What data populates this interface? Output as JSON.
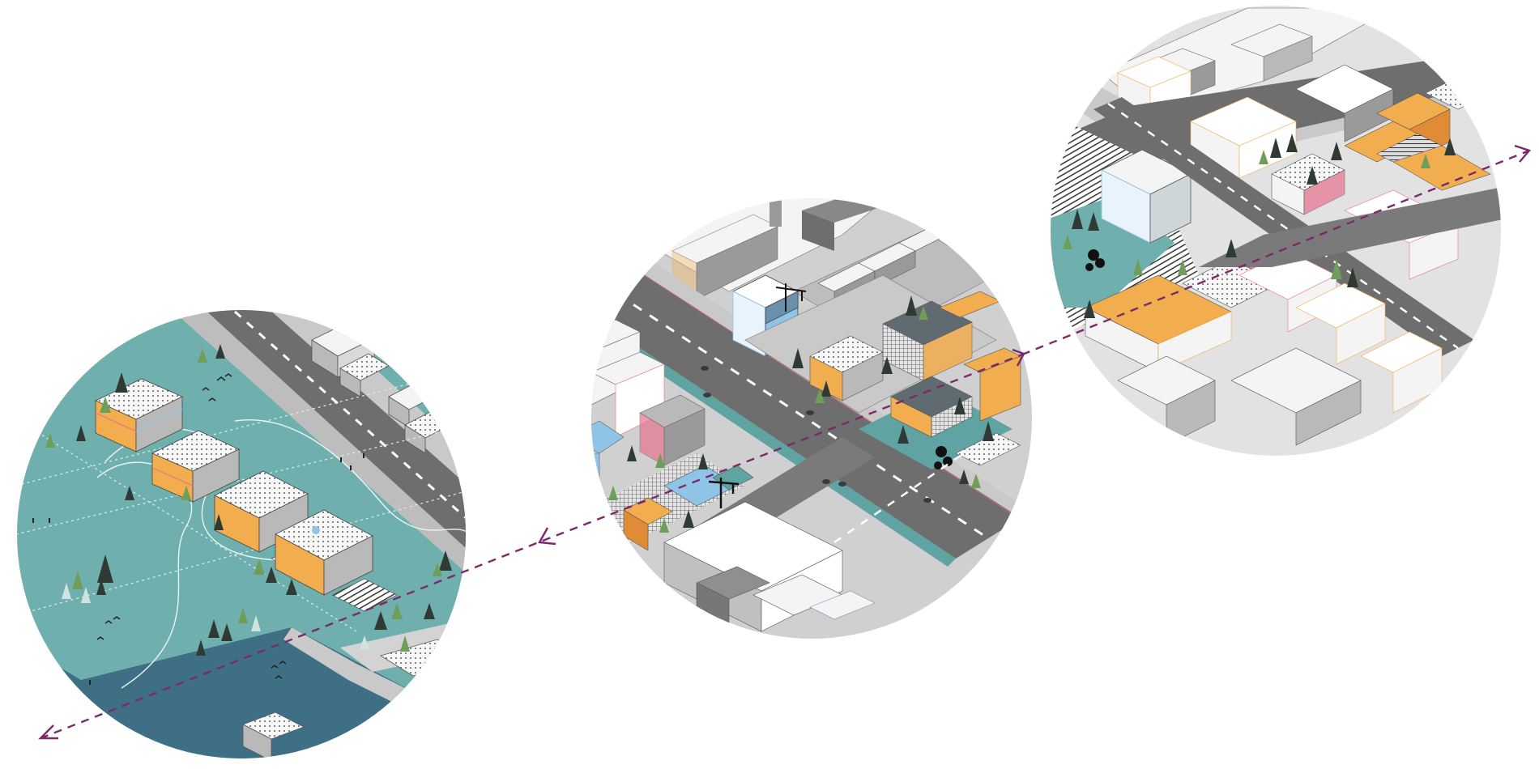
{
  "diagram": {
    "vignettes": [
      {
        "id": "waterfront-park",
        "setting": "waterfront"
      },
      {
        "id": "street-intersection",
        "setting": "arterial"
      },
      {
        "id": "dense-blocks",
        "setting": "urban-core"
      }
    ],
    "connector": {
      "style": "dashed-arrow",
      "direction": "both"
    }
  },
  "colors": {
    "background": "#ffffff",
    "teal_ground": "#6fb0ae",
    "teal_light": "#8cc3c0",
    "water": "#3f6f84",
    "road": "#6e6e6e",
    "road_light": "#8a8a8a",
    "sidewalk": "#c9c9c9",
    "building_white": "#f4f4f4",
    "building_grey": "#b9b9b9",
    "building_side": "#9a9a9a",
    "accent_orange": "#f2ad4e",
    "accent_pink": "#e8738f",
    "accent_blue": "#8fc4e6",
    "tree_dark": "#2f3a35",
    "tree_green": "#6f9e5a",
    "arrow": "#7a2a6a"
  }
}
